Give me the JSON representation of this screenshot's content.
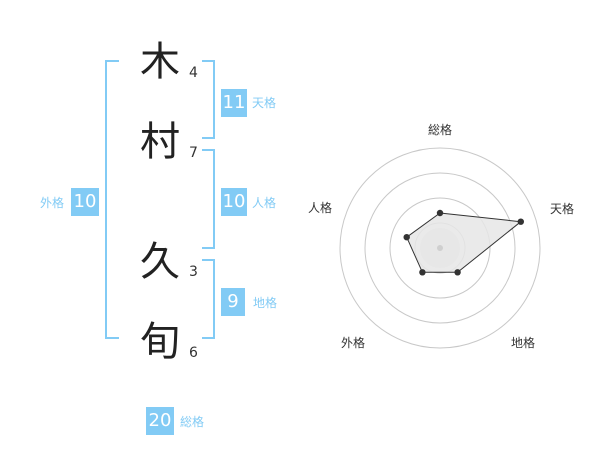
{
  "colors": {
    "accent": "#82cbf5",
    "label_text": "#82cbf5",
    "text": "#222222",
    "stroke_text": "#333333",
    "radar_ring": "#c8c8c8",
    "radar_fill": "#e6e6e6",
    "radar_line": "#333333",
    "radar_center": "#cfcfcf"
  },
  "name": {
    "characters": [
      {
        "char": "木",
        "strokes": "4"
      },
      {
        "char": "村",
        "strokes": "7"
      },
      {
        "char": "久",
        "strokes": "3"
      },
      {
        "char": "旬",
        "strokes": "6"
      }
    ]
  },
  "grids": {
    "tenkaku": {
      "value": "11",
      "label": "天格"
    },
    "jinkaku": {
      "value": "10",
      "label": "人格"
    },
    "chikaku": {
      "value": "9",
      "label": "地格"
    },
    "gaikaku": {
      "value": "10",
      "label": "外格"
    },
    "soukaku": {
      "value": "20",
      "label": "総格"
    }
  },
  "chart_data": {
    "type": "radar",
    "axes": [
      "総格",
      "天格",
      "地格",
      "外格",
      "人格"
    ],
    "values": [
      0.35,
      0.85,
      0.3,
      0.3,
      0.35
    ],
    "range": [
      0,
      1
    ],
    "rings": 4,
    "grid": true,
    "legend": "none"
  }
}
